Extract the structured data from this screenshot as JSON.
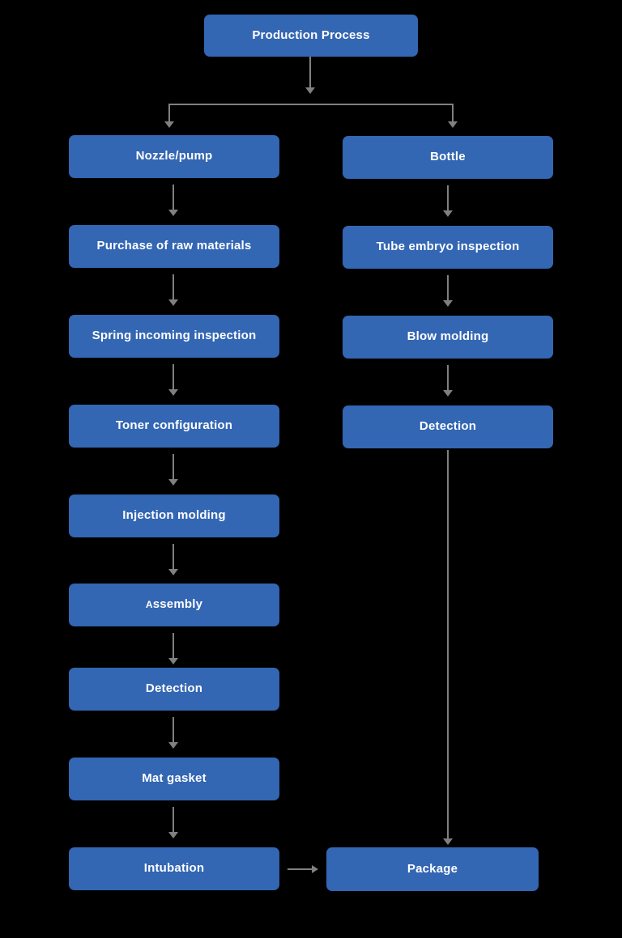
{
  "diagram": {
    "title": "Production Process Flowchart",
    "background_color": "#000000",
    "node_color": "#3366b3",
    "node_text_color": "#ffffff",
    "connector_color": "#808080",
    "root": {
      "label": "Production Process"
    },
    "branches": [
      {
        "name": "nozzle-pump-branch",
        "steps": [
          {
            "label": "Nozzle/pump"
          },
          {
            "label": "Purchase of raw materials"
          },
          {
            "label": "Spring incoming inspection"
          },
          {
            "label": "Toner configuration"
          },
          {
            "label": "Injection molding"
          },
          {
            "label": "Assembly",
            "lead": "A",
            "rest": "ssembly"
          },
          {
            "label": "Detection"
          },
          {
            "label": "Mat gasket"
          },
          {
            "label": "Intubation"
          }
        ]
      },
      {
        "name": "bottle-branch",
        "steps": [
          {
            "label": "Bottle"
          },
          {
            "label": "Tube embryo inspection"
          },
          {
            "label": "Blow molding"
          },
          {
            "label": "Detection"
          }
        ]
      }
    ],
    "merge": {
      "label": "Package"
    }
  }
}
